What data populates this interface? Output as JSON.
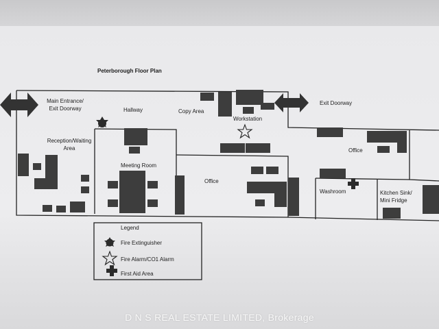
{
  "plan": {
    "title": "Peterborough Floor Plan",
    "rooms": {
      "main_entrance_1": "Main Entrance/",
      "main_entrance_2": "Exit Doorway",
      "hallway": "Hallway",
      "copy_area": "Copy Area",
      "workstation": "Workstation",
      "exit_doorway": "Exit Doorway",
      "reception_1": "Reception/Waiting",
      "reception_2": "Area",
      "meeting_room": "Meeting Room",
      "office_left": "Office",
      "office_right": "Office",
      "washroom": "Washroom",
      "kitchen_1": "Kitchen Sink/",
      "kitchen_2": "Mini Fridge"
    }
  },
  "legend": {
    "title": "Legend",
    "items": [
      {
        "label": "Fire Extinguisher",
        "icon": "fire-extinguisher-icon"
      },
      {
        "label": "Fire Alarm/CO1 Alarm",
        "icon": "star-icon"
      },
      {
        "label": "First Aid Area",
        "icon": "cross-icon"
      }
    ]
  },
  "watermark": "D N S REAL ESTATE LIMITED, Brokerage",
  "colors": {
    "furniture": "#3d3d3d",
    "wall": "#222222"
  }
}
